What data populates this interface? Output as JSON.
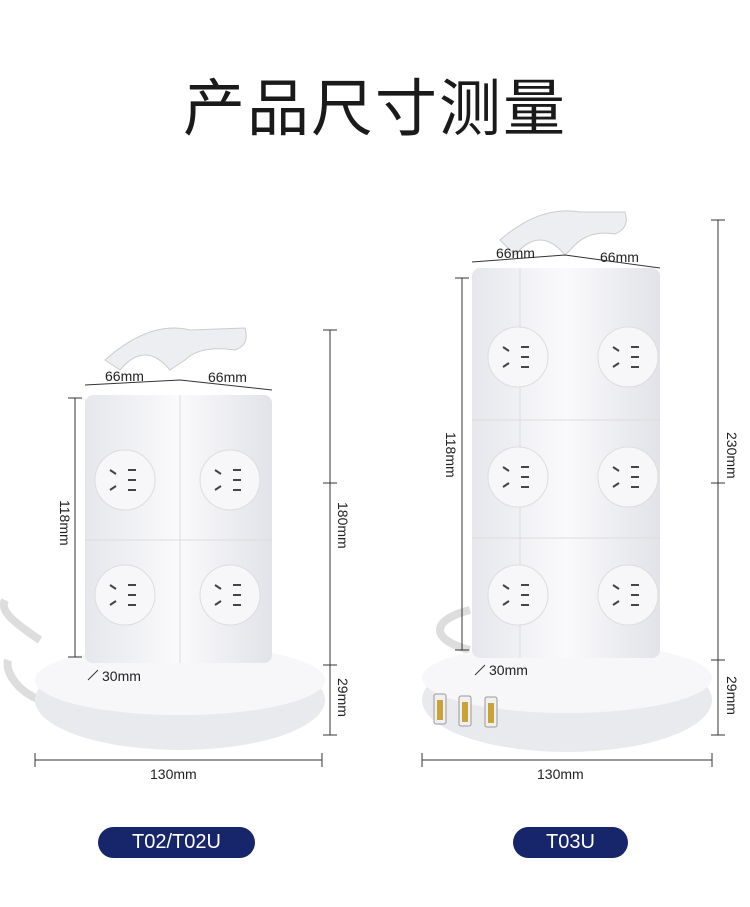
{
  "title": "产品尺寸测量",
  "products": [
    {
      "model": "T02/T02U",
      "width_left": "66mm",
      "width_right": "66mm",
      "socket_height": "118mm",
      "total_height": "180mm",
      "offset": "30mm",
      "base_height": "29mm",
      "base_diameter": "130mm"
    },
    {
      "model": "T03U",
      "width_left": "66mm",
      "width_right": "66mm",
      "socket_height": "118mm",
      "total_height": "230mm",
      "offset": "30mm",
      "base_height": "29mm",
      "base_diameter": "130mm"
    }
  ],
  "colors": {
    "badge": "#17266a",
    "product": "#f4f4f6"
  }
}
